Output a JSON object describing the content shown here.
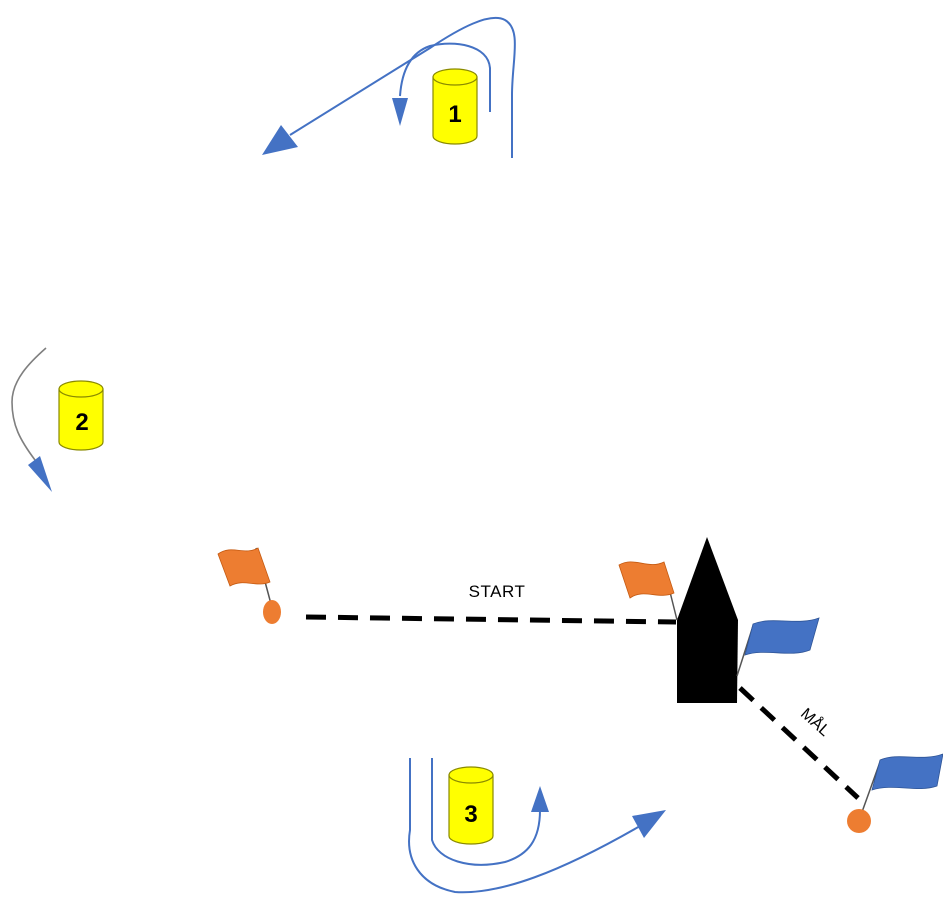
{
  "course": {
    "start_label": "START",
    "finish_label": "MÅL",
    "marks": [
      {
        "number": "1"
      },
      {
        "number": "2"
      },
      {
        "number": "3"
      }
    ]
  },
  "colors": {
    "mark_fill": "#ffff00",
    "mark_stroke": "#8a8a00",
    "arrow": "#4472c4",
    "start_flag": "#ed7d31",
    "finish_flag": "#4472c4",
    "buoy": "#ed7d31",
    "committee_boat": "#000000",
    "line": "#000000"
  },
  "icons": {
    "mark": "cylinder-buoy-icon",
    "flag": "flag-icon",
    "boat": "committee-boat-icon"
  }
}
